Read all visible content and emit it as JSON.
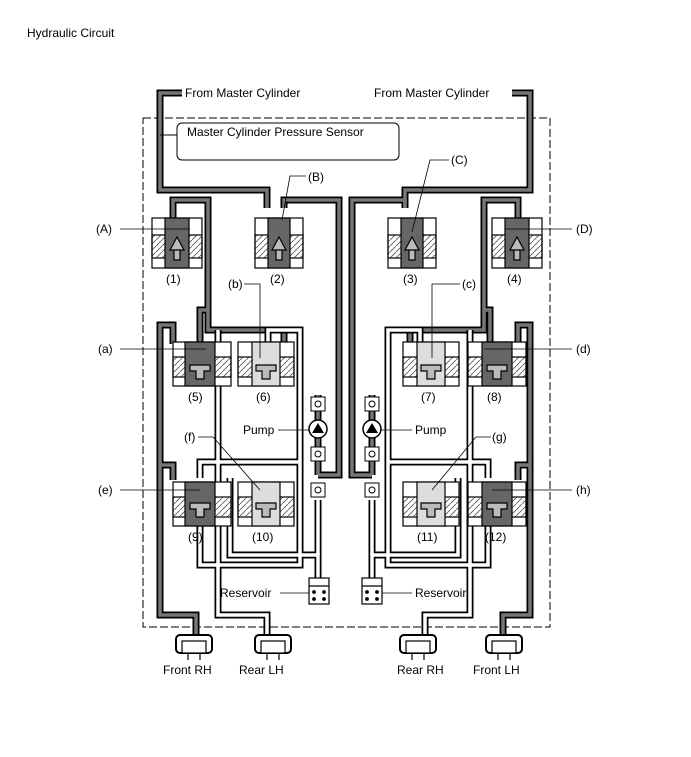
{
  "title": "Hydraulic Circuit",
  "labels": {
    "from_master_left": "From Master Cylinder",
    "from_master_right": "From Master Cylinder",
    "pressure_sensor": "Master Cylinder Pressure Sensor",
    "pump_left": "Pump",
    "pump_right": "Pump",
    "reservoir_left": "Reservoir",
    "reservoir_right": "Reservoir",
    "front_rh": "Front RH",
    "rear_lh": "Rear LH",
    "rear_rh": "Rear RH",
    "front_lh": "Front LH"
  },
  "valve_numbers": [
    "(1)",
    "(2)",
    "(3)",
    "(4)",
    "(5)",
    "(6)",
    "(7)",
    "(8)",
    "(9)",
    "(10)",
    "(11)",
    "(12)"
  ],
  "callouts": {
    "A": "(A)",
    "B": "(B)",
    "C": "(C)",
    "D": "(D)",
    "a": "(a)",
    "b": "(b)",
    "c": "(c)",
    "d": "(d)",
    "e": "(e)",
    "f": "(f)",
    "g": "(g)",
    "h": "(h)"
  }
}
